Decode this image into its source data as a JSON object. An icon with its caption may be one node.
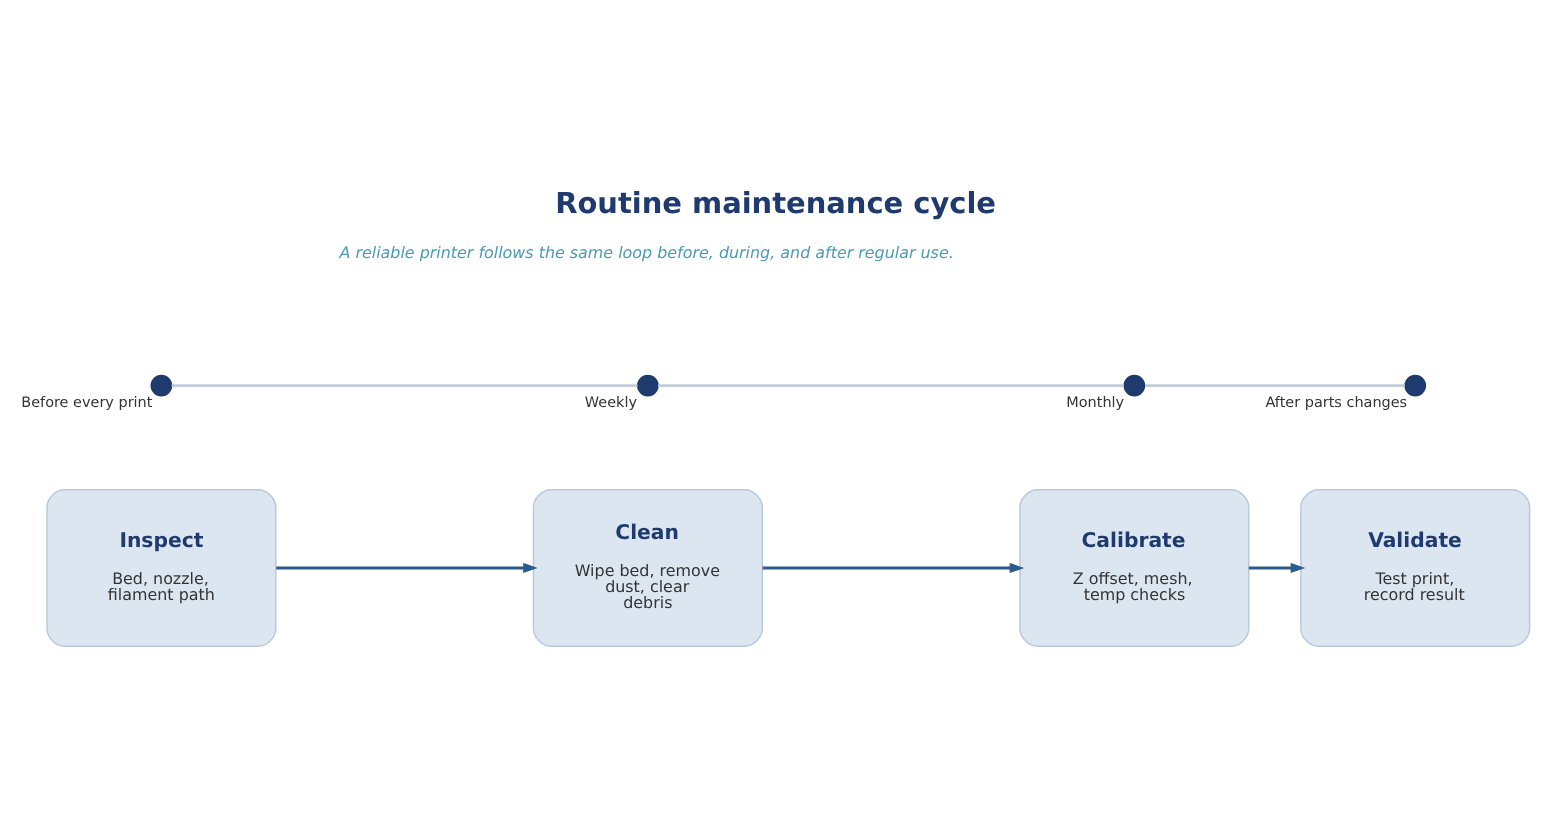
{
  "diagram": {
    "title": "Routine maintenance cycle",
    "nodes": [
      {
        "text": [
          "Inspect",
          "Bed, nozzle, filament path"
        ]
      },
      {
        "text": [
          "Clean",
          "Wipe bed, remove dust, clear debris"
        ]
      },
      {
        "text": [
          "Calibrate",
          "Z offset, mesh, temp checks"
        ]
      },
      {
        "text": [
          "Validate",
          "Test print, record result"
        ]
      },
      {
        "text": [],
        "shape": "circle",
        "beside": [
          "Before every print"
        ]
      },
      {
        "text": [],
        "shape": "circle",
        "beside": [
          "Weekly"
        ]
      },
      {
        "text": [],
        "shape": "circle",
        "beside": [
          "Monthly"
        ]
      },
      {
        "text": [],
        "shape": "circle",
        "beside": [
          "After parts changes"
        ]
      }
    ],
    "edges": [
      {
        "from": 0,
        "to": 1,
        "arrow": "to"
      },
      {
        "from": 1,
        "to": 2,
        "arrow": "to"
      },
      {
        "from": 2,
        "to": 3,
        "arrow": "to"
      },
      {
        "from": 4,
        "to": 5,
        "arrow": "none",
        "color": "#c3cbd9"
      },
      {
        "from": 5,
        "to": 6,
        "arrow": "none",
        "color": "#c3cbd9"
      },
      {
        "from": 6,
        "to": 7,
        "arrow": "none",
        "color": "#c3cbd9"
      }
    ],
    "labels": [
      "A reliable printer follows the same loop before, during, and after regular use."
    ]
  }
}
